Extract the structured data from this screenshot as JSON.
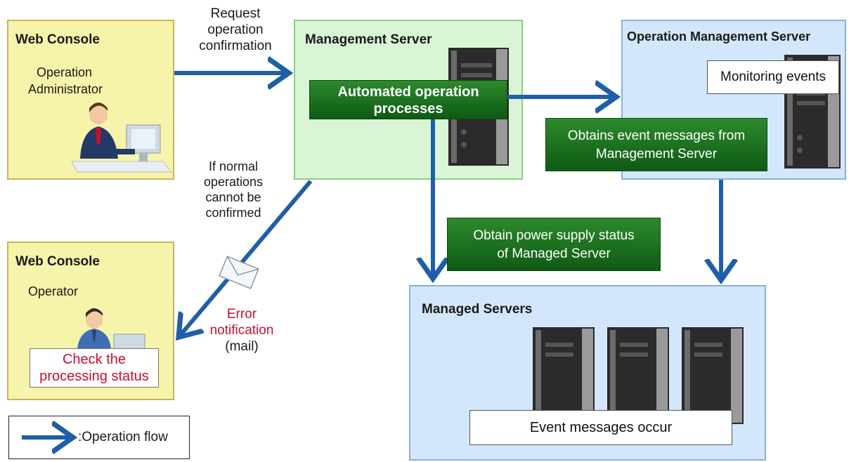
{
  "web_console_admin": {
    "title": "Web Console",
    "role_line1": "Operation",
    "role_line2": "Administrator"
  },
  "web_console_operator": {
    "title": "Web Console",
    "role": "Operator",
    "status_line1": "Check the",
    "status_line2": "processing status"
  },
  "management_server": {
    "title": "Management Server",
    "process_line1": "Automated operation",
    "process_line2": "processes"
  },
  "operation_management_server": {
    "title": "Operation Management Server",
    "monitoring": "Monitoring events"
  },
  "managed_servers": {
    "title": "Managed Servers",
    "events": "Event messages occur"
  },
  "labels": {
    "request_line1": "Request",
    "request_line2": "operation",
    "request_line3": "confirmation",
    "obtain_events_line1": "Obtains event messages from",
    "obtain_events_line2": "Management Server",
    "obtain_power_line1": "Obtain power supply status",
    "obtain_power_line2": "of Managed Server",
    "if_normal_line1": "If normal",
    "if_normal_line2": "operations",
    "if_normal_line3": "cannot be",
    "if_normal_line4": "confirmed",
    "error_line1": "Error",
    "error_line2": "notification",
    "error_line3": "(mail)"
  },
  "legend": {
    "text": ":Operation flow"
  },
  "colors": {
    "arrow": "#1f5ea8",
    "error_text": "#c8102e",
    "process_green": "#1a7a1f"
  }
}
